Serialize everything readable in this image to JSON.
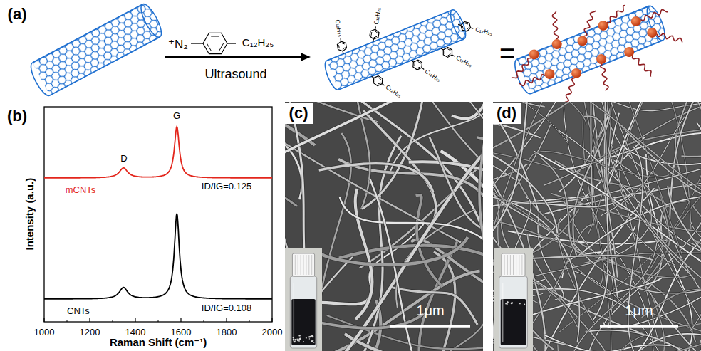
{
  "diagram": {
    "labels": [
      "(a)",
      "⁺N₂",
      "C₁₂H₂₅",
      "Ultrasound",
      "C₁₂H₂₅",
      "C₁₂H₂₅",
      "C₁₂H₂₅",
      "C₁₂H₂₅",
      "C₁₂H₂₅",
      "C₁₂H₂₅",
      "=",
      "(b)",
      "Intensity (a.u.)",
      "Raman Shift (cm⁻¹)",
      "1000",
      "1200",
      "1400",
      "1600",
      "1800",
      "2000",
      "D",
      "G",
      "mCNTs",
      "CNTs",
      "ID/IG=0.125",
      "ID/IG=0.108",
      "(c)",
      "1μm",
      "(d)",
      "1μm"
    ]
  }
}
